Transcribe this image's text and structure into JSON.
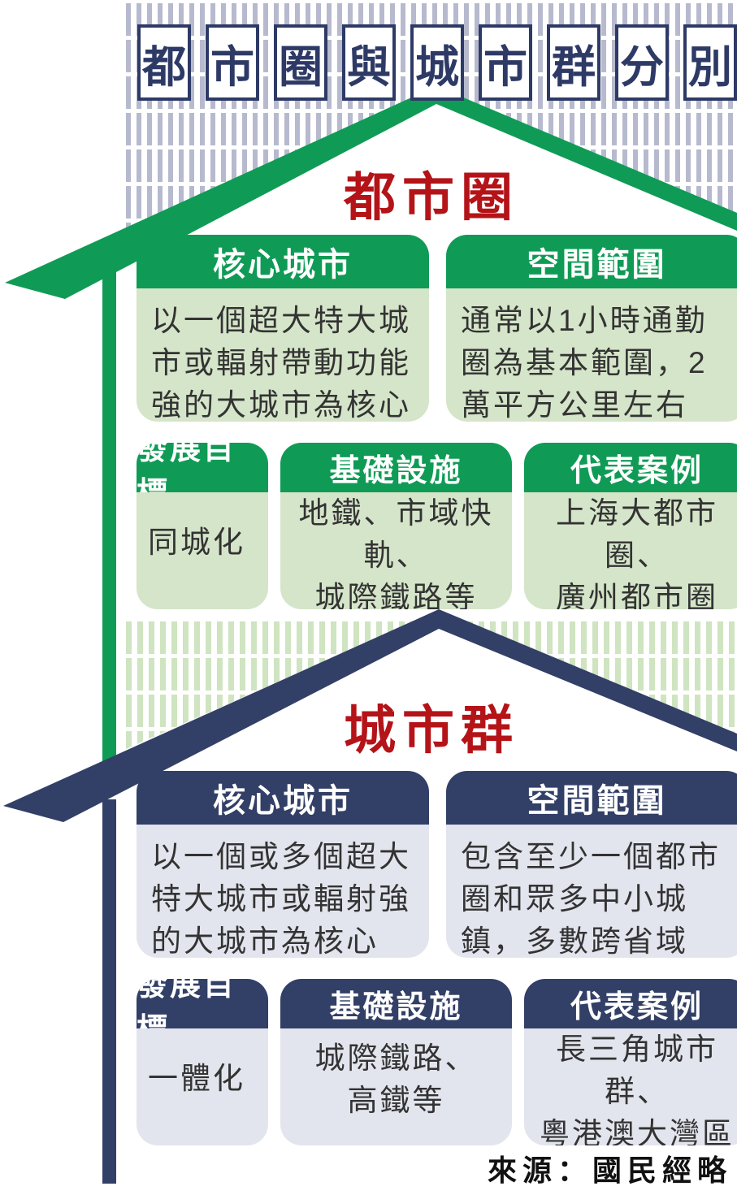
{
  "title": {
    "text": "都市圈與城市群分別",
    "chars": [
      "都",
      "市",
      "圈",
      "與",
      "城",
      "市",
      "群",
      "分",
      "別"
    ]
  },
  "colors": {
    "accent_green": "#0f9b55",
    "light_green_body": "#d5e5c9",
    "navy": "#323f66",
    "light_navy_body": "#e3e5ee",
    "section_title_red": "#b41318",
    "stripe_top": "#b7bace",
    "stripe_bottom": "#cfe4c0"
  },
  "sections": [
    {
      "id": "metro",
      "theme": "green",
      "title": "都市圈",
      "cards": [
        {
          "label": "核心城市",
          "body": "以一個超大特大城\n市或輻射帶動功能\n強的大城市為核心"
        },
        {
          "label": "空間範圍",
          "body": "通常以1小時通勤\n圈為基本範圍，2\n萬平方公里左右"
        },
        {
          "label": "發展目標",
          "body": "同城化"
        },
        {
          "label": "基礎設施",
          "body": "地鐵、市域快軌、\n城際鐵路等"
        },
        {
          "label": "代表案例",
          "body": "上海大都市圈、\n廣州都市圈"
        }
      ]
    },
    {
      "id": "cluster",
      "theme": "navy",
      "title": "城市群",
      "cards": [
        {
          "label": "核心城市",
          "body": "以一個或多個超大\n特大城市或輻射強\n的大城市為核心"
        },
        {
          "label": "空間範圍",
          "body": "包含至少一個都市\n圈和眾多中小城\n鎮，多數跨省域"
        },
        {
          "label": "發展目標",
          "body": "一體化"
        },
        {
          "label": "基礎設施",
          "body": "城際鐵路、\n高鐵等"
        },
        {
          "label": "代表案例",
          "body": "長三角城市群、\n粵港澳大灣區"
        }
      ]
    }
  ],
  "source": "來源：國民經略"
}
